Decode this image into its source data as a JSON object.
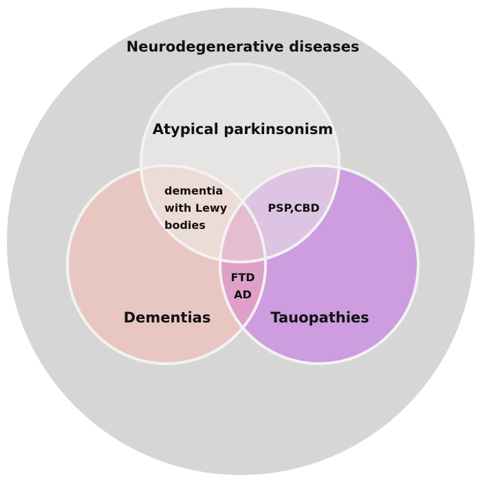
{
  "diagram": {
    "outer": {
      "label": "Neurodegenerative diseases",
      "color": "#d6d6d6"
    },
    "sets": [
      {
        "id": "atypical",
        "label": "Atypical parkinsonism",
        "color": "#e6e5e3"
      },
      {
        "id": "dementias",
        "label": "Dementias",
        "color": "#e8c7c2"
      },
      {
        "id": "tauopathies",
        "label": "Tauopathies",
        "color": "#cd9ddf"
      }
    ],
    "intersections": {
      "dlb": [
        "dementia",
        "with Lewy",
        "bodies"
      ],
      "psp_cbd": "PSP,CBD",
      "center": [
        "FTD",
        "AD"
      ]
    },
    "colors": {
      "circle_stroke": "#f2f2f2",
      "overlap_atypical_dementias": "#ecdcd6",
      "overlap_atypical_tauopathies": "#dcc4e2",
      "overlap_dementias_tauopathies": "#dea0c8",
      "overlap_all": "#e4bed0"
    }
  }
}
